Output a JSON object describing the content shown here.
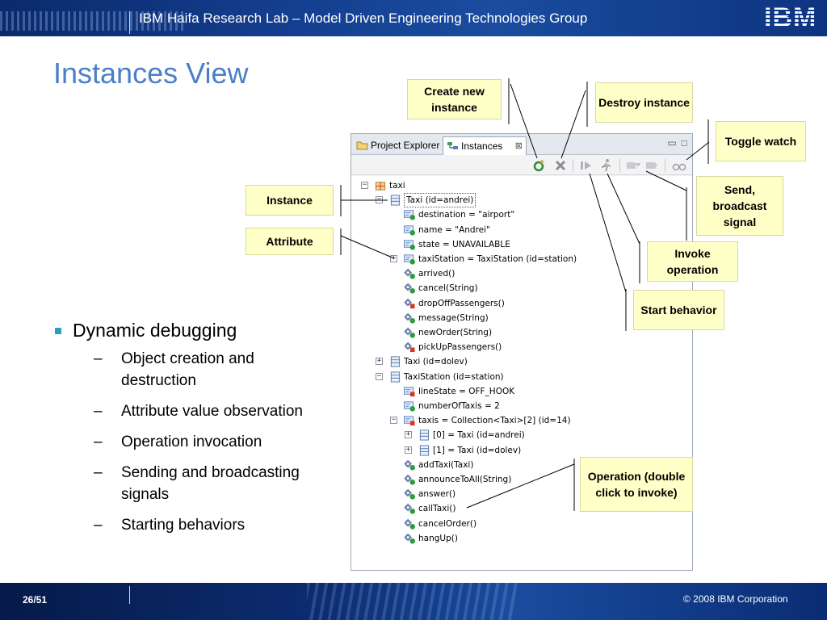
{
  "header": {
    "title": "IBM Haifa Research Lab – Model Driven Engineering Technologies Group",
    "logo": "IBM"
  },
  "slide": {
    "title": "Instances View",
    "page": "26/51",
    "copyright": "© 2008 IBM Corporation"
  },
  "bullets": {
    "main": "Dynamic debugging",
    "subs": [
      "Object creation and destruction",
      "Attribute value observation",
      "Operation invocation",
      "Sending and broadcasting signals",
      "Starting behaviors"
    ]
  },
  "eclipse": {
    "tabs": {
      "project_explorer": "Project Explorer",
      "instances": "Instances",
      "close_symbol": "⊠"
    },
    "toolbar_icons": [
      "create-instance-icon",
      "destroy-instance-icon",
      "toggle-watch-icon",
      "invoke-operation-icon",
      "start-behavior-icon",
      "send-signal-icon",
      "broadcast-signal-icon"
    ],
    "tree": [
      {
        "label": "taxi",
        "kind": "package",
        "expander": "⊟"
      },
      {
        "label": "Taxi (id=andrei)",
        "kind": "instance",
        "expander": "⊟"
      },
      {
        "label": "destination = \"airport\"",
        "kind": "attribute"
      },
      {
        "label": "name = \"Andrei\"",
        "kind": "attribute"
      },
      {
        "label": "state = UNAVAILABLE",
        "kind": "attribute"
      },
      {
        "label": "taxiStation = TaxiStation (id=station)",
        "kind": "attribute",
        "expander": "⊞"
      },
      {
        "label": "arrived()",
        "kind": "operation-public"
      },
      {
        "label": "cancel(String)",
        "kind": "operation-public"
      },
      {
        "label": "dropOffPassengers()",
        "kind": "operation-private"
      },
      {
        "label": "message(String)",
        "kind": "operation-public"
      },
      {
        "label": "newOrder(String)",
        "kind": "operation-public"
      },
      {
        "label": "pickUpPassengers()",
        "kind": "operation-private"
      },
      {
        "label": "Taxi (id=dolev)",
        "kind": "instance",
        "expander": "⊞"
      },
      {
        "label": "TaxiStation (id=station)",
        "kind": "instance",
        "expander": "⊟"
      },
      {
        "label": "lineState = OFF_HOOK",
        "kind": "attribute-private"
      },
      {
        "label": "numberOfTaxis = 2",
        "kind": "attribute"
      },
      {
        "label": "taxis = Collection<Taxi>[2] (id=14)",
        "kind": "attribute-private",
        "expander": "⊟"
      },
      {
        "label": "[0] = Taxi (id=andrei)",
        "kind": "instance",
        "expander": "⊞"
      },
      {
        "label": "[1] = Taxi (id=dolev)",
        "kind": "instance",
        "expander": "⊞"
      },
      {
        "label": "addTaxi(Taxi)",
        "kind": "operation-public"
      },
      {
        "label": "announceToAll(String)",
        "kind": "operation-public"
      },
      {
        "label": "answer()",
        "kind": "operation-public"
      },
      {
        "label": "callTaxi()",
        "kind": "operation-public"
      },
      {
        "label": "cancelOrder()",
        "kind": "operation-public"
      },
      {
        "label": "hangUp()",
        "kind": "operation-public"
      }
    ]
  },
  "callouts": {
    "create": "Create new instance",
    "destroy": "Destroy instance",
    "toggle": "Toggle watch",
    "send": "Send, broadcast signal",
    "invoke": "Invoke operation",
    "start": "Start behavior",
    "instance": "Instance",
    "attribute": "Attribute",
    "operation": "Operation (double click to invoke)"
  },
  "colors": {
    "title": "#4a7fc9",
    "callout_bg": "#ffffc8",
    "bullet": "#2a9fb5",
    "header": "#143e8f"
  }
}
